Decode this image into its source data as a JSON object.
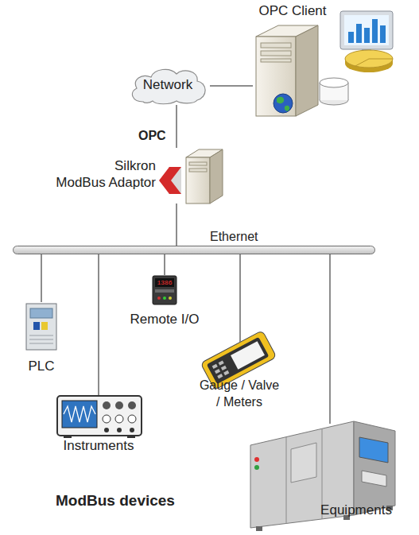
{
  "diagram": {
    "nodes": [
      {
        "text": [
          "OPC Client"
        ]
      },
      {
        "text": [
          "Network"
        ]
      },
      {
        "text": [
          "Silkron ModBus Adaptor"
        ]
      },
      {
        "text": [
          "Ethernet"
        ]
      },
      {
        "text": [
          "PLC"
        ]
      },
      {
        "text": [
          "Instruments"
        ]
      },
      {
        "text": [
          "Remote I/O"
        ]
      },
      {
        "text": [
          "Gauge / Valve / Meters"
        ]
      },
      {
        "text": [
          "Equipments"
        ]
      }
    ],
    "edges": [
      {
        "from": 1,
        "to": 0,
        "arrow": "none"
      },
      {
        "from": 1,
        "to": 2,
        "arrow": "none",
        "label": "OPC"
      },
      {
        "from": 2,
        "to": 3,
        "arrow": "none"
      },
      {
        "from": 3,
        "to": 4,
        "arrow": "none"
      },
      {
        "from": 3,
        "to": 5,
        "arrow": "none"
      },
      {
        "from": 3,
        "to": 6,
        "arrow": "none"
      },
      {
        "from": 3,
        "to": 7,
        "arrow": "none"
      },
      {
        "from": 3,
        "to": 8,
        "arrow": "none"
      }
    ],
    "labels": [
      "ModBus devices",
      "1386"
    ]
  }
}
